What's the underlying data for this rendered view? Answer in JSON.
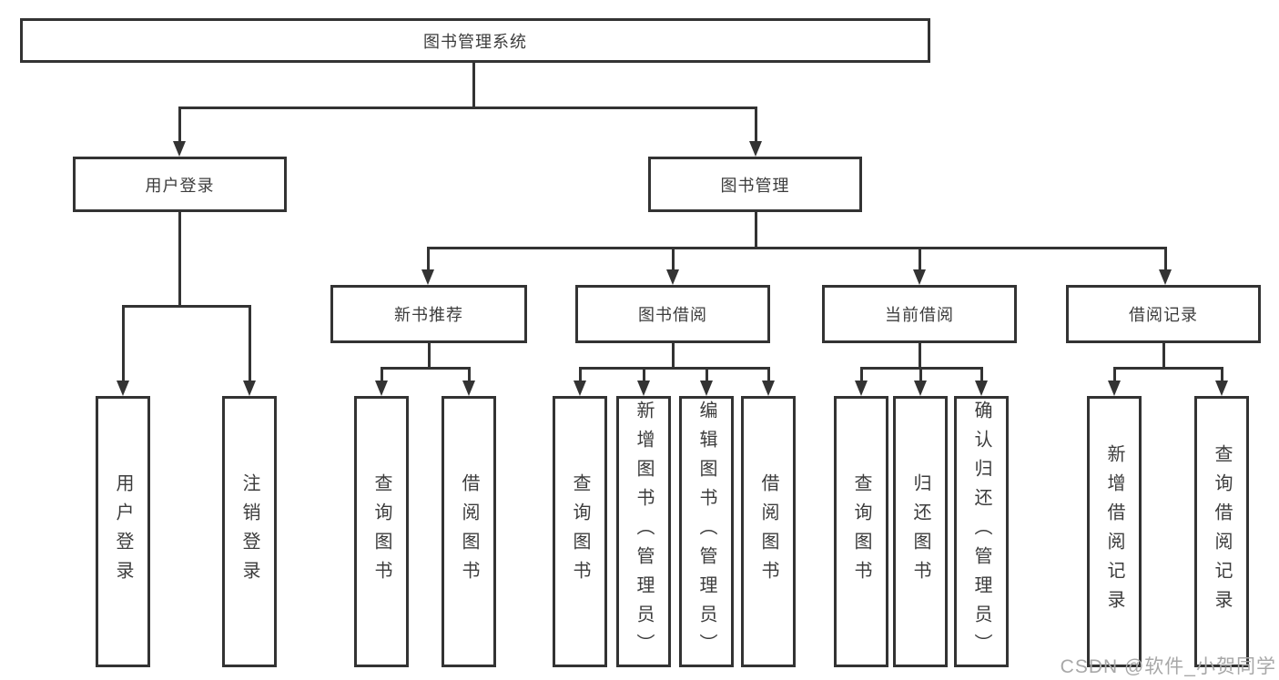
{
  "diagram": {
    "root": {
      "label": "图书管理系统"
    },
    "level2": [
      {
        "label": "用户登录"
      },
      {
        "label": "图书管理"
      }
    ],
    "level3": [
      {
        "label": "新书推荐"
      },
      {
        "label": "图书借阅"
      },
      {
        "label": "当前借阅"
      },
      {
        "label": "借阅记录"
      }
    ],
    "level4": [
      {
        "label": "用户登录"
      },
      {
        "label": "注销登录"
      },
      {
        "label": "查询图书"
      },
      {
        "label": "借阅图书"
      },
      {
        "label": "查询图书"
      },
      {
        "label": "新增图书（管理员）"
      },
      {
        "label": "编辑图书（管理员）"
      },
      {
        "label": "借阅图书"
      },
      {
        "label": "查询图书"
      },
      {
        "label": "归还图书"
      },
      {
        "label": "确认归还（管理员）"
      },
      {
        "label": "新增借阅记录"
      },
      {
        "label": "查询借阅记录"
      }
    ],
    "colors": {
      "line": "#333333",
      "text": "#3c3c3c",
      "background": "#ffffff",
      "watermark": "#a8a8a8"
    }
  },
  "watermark": {
    "text": "CSDN @软件_小贺同学"
  }
}
